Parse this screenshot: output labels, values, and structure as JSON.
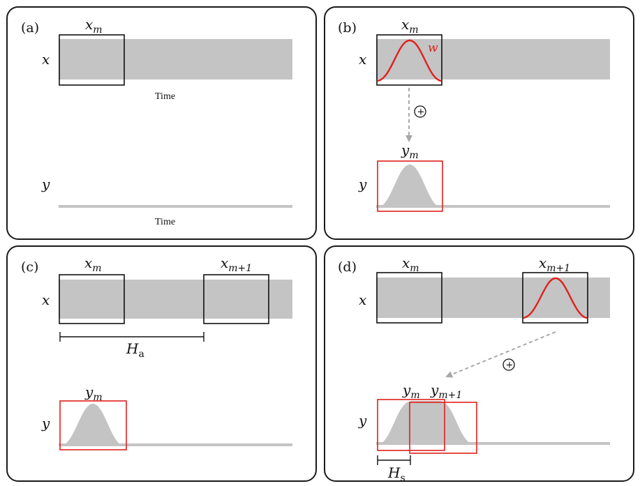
{
  "panels": {
    "a": {
      "label": "(a)",
      "x_frame": "x",
      "x_frame_sub": "m",
      "x_row": "x",
      "y_row": "y",
      "time_label_top": "Time",
      "time_label_bottom": "Time"
    },
    "b": {
      "label": "(b)",
      "x_frame": "x",
      "x_frame_sub": "m",
      "window": "w",
      "x_row": "x",
      "y_row": "y",
      "y_frame": "y",
      "y_frame_sub": "m",
      "op": "+"
    },
    "c": {
      "label": "(c)",
      "x_frame1": "x",
      "x_frame1_sub": "m",
      "x_frame2": "x",
      "x_frame2_sub": "m+1",
      "hop": "H",
      "hop_sub": "a",
      "x_row": "x",
      "y_row": "y",
      "y_frame": "y",
      "y_frame_sub": "m"
    },
    "d": {
      "label": "(d)",
      "x_frame1": "x",
      "x_frame1_sub": "m",
      "x_frame2": "x",
      "x_frame2_sub": "m+1",
      "x_row": "x",
      "y_row": "y",
      "y_frame1": "y",
      "y_frame1_sub": "m",
      "y_frame2": "y",
      "y_frame2_sub": "m+1",
      "hop": "H",
      "hop_sub": "s",
      "op": "+"
    }
  },
  "colors": {
    "signal": "#c4c4c4",
    "window": "#e0201c",
    "frame": "#111111",
    "arrow": "#a8a8a8"
  }
}
